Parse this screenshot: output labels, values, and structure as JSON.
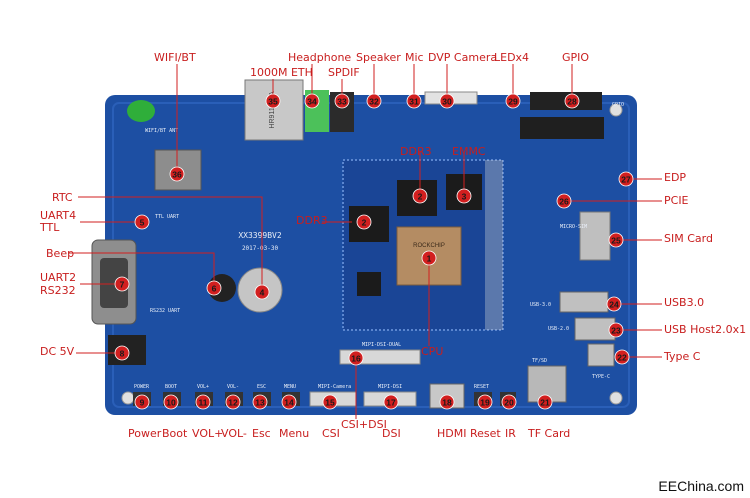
{
  "colors": {
    "board": "#1d4fa3",
    "board_dark": "#163f86",
    "callout": "#d21f1f",
    "label_text": "#c81e1e",
    "pcb_silk": "#e8eef8"
  },
  "board": {
    "brand_mark": "XX3399BV2",
    "date_mark": "2017-03-30",
    "silk_wifi": "WIFI/BT ANT",
    "silk_rs232": "RS232 UART",
    "silk_ttl": "TTL UART",
    "silk_mipi_dsi": "MIPI-DSI-DUAL",
    "silk_mipi_cam": "MIPI-Camera",
    "silk_mipi_dsi2": "MIPI-DSI",
    "silk_usb30": "USB-3.0",
    "silk_usb20": "USB-2.0",
    "silk_power": "POWER",
    "silk_boot": "BOOT",
    "silk_volp": "VOL+",
    "silk_volm": "VOL-",
    "silk_esc": "ESC",
    "silk_menu": "MENU",
    "silk_reset": "RESET",
    "silk_tf": "TF/SD",
    "silk_typec": "TYPE-C",
    "silk_gpio": "GPIO",
    "silk_micro_sim": "MICRO-SIM",
    "chip_main": "ROCKCHIP",
    "eth_jack_text": "HR911130A"
  },
  "components": [
    {
      "id": "cpu",
      "num": "1",
      "label": "CPU"
    },
    {
      "id": "ddr3-a",
      "num": "2",
      "label": "DDR3"
    },
    {
      "id": "ddr3-b",
      "num": "2",
      "label": "DDR3"
    },
    {
      "id": "emmc",
      "num": "3",
      "label": "EMMC"
    },
    {
      "id": "rtc",
      "num": "4",
      "label": "RTC"
    },
    {
      "id": "uart4",
      "num": "5",
      "label": "UART4"
    },
    {
      "id": "beep",
      "num": "6",
      "label": "Beep"
    },
    {
      "id": "uart2",
      "num": "7",
      "label": "UART2"
    },
    {
      "id": "dc5v",
      "num": "8",
      "label": "DC 5V"
    },
    {
      "id": "power",
      "num": "9",
      "label": "Power"
    },
    {
      "id": "boot",
      "num": "10",
      "label": "Boot"
    },
    {
      "id": "volp",
      "num": "11",
      "label": "VOL+"
    },
    {
      "id": "volm",
      "num": "12",
      "label": "VOL-"
    },
    {
      "id": "esc",
      "num": "13",
      "label": "Esc"
    },
    {
      "id": "menu",
      "num": "14",
      "label": "Menu"
    },
    {
      "id": "csi",
      "num": "15",
      "label": "CSI"
    },
    {
      "id": "csidsi",
      "num": "16",
      "label": "CSI+DSI"
    },
    {
      "id": "dsi",
      "num": "17",
      "label": "DSI"
    },
    {
      "id": "hdmi",
      "num": "18",
      "label": "HDMI"
    },
    {
      "id": "reset",
      "num": "19",
      "label": "Reset"
    },
    {
      "id": "ir",
      "num": "20",
      "label": "IR"
    },
    {
      "id": "tfcard",
      "num": "21",
      "label": "TF Card"
    },
    {
      "id": "typec",
      "num": "22",
      "label": "Type C"
    },
    {
      "id": "usbhost",
      "num": "23",
      "label": "USB Host2.0x1"
    },
    {
      "id": "usb30",
      "num": "24",
      "label": "USB3.0"
    },
    {
      "id": "simcard",
      "num": "25",
      "label": "SIM Card"
    },
    {
      "id": "pcie",
      "num": "26",
      "label": "PCIE"
    },
    {
      "id": "edp",
      "num": "27",
      "label": "EDP"
    },
    {
      "id": "gpio",
      "num": "28",
      "label": "GPIO"
    },
    {
      "id": "ledx4",
      "num": "29",
      "label": "LEDx4"
    },
    {
      "id": "dvp",
      "num": "30",
      "label": "DVP Camera"
    },
    {
      "id": "mic",
      "num": "31",
      "label": "Mic"
    },
    {
      "id": "speaker",
      "num": "32",
      "label": "Speaker"
    },
    {
      "id": "spdif",
      "num": "33",
      "label": "SPDIF"
    },
    {
      "id": "headphone",
      "num": "34",
      "label": "Headphone"
    },
    {
      "id": "eth",
      "num": "35",
      "label": "1000M ETH"
    },
    {
      "id": "wifibt",
      "num": "36",
      "label": "WIFI/BT"
    }
  ],
  "extra_labels": {
    "uart4_sub": "TTL",
    "uart2_sub": "RS232"
  },
  "watermark": "EEChina.com"
}
